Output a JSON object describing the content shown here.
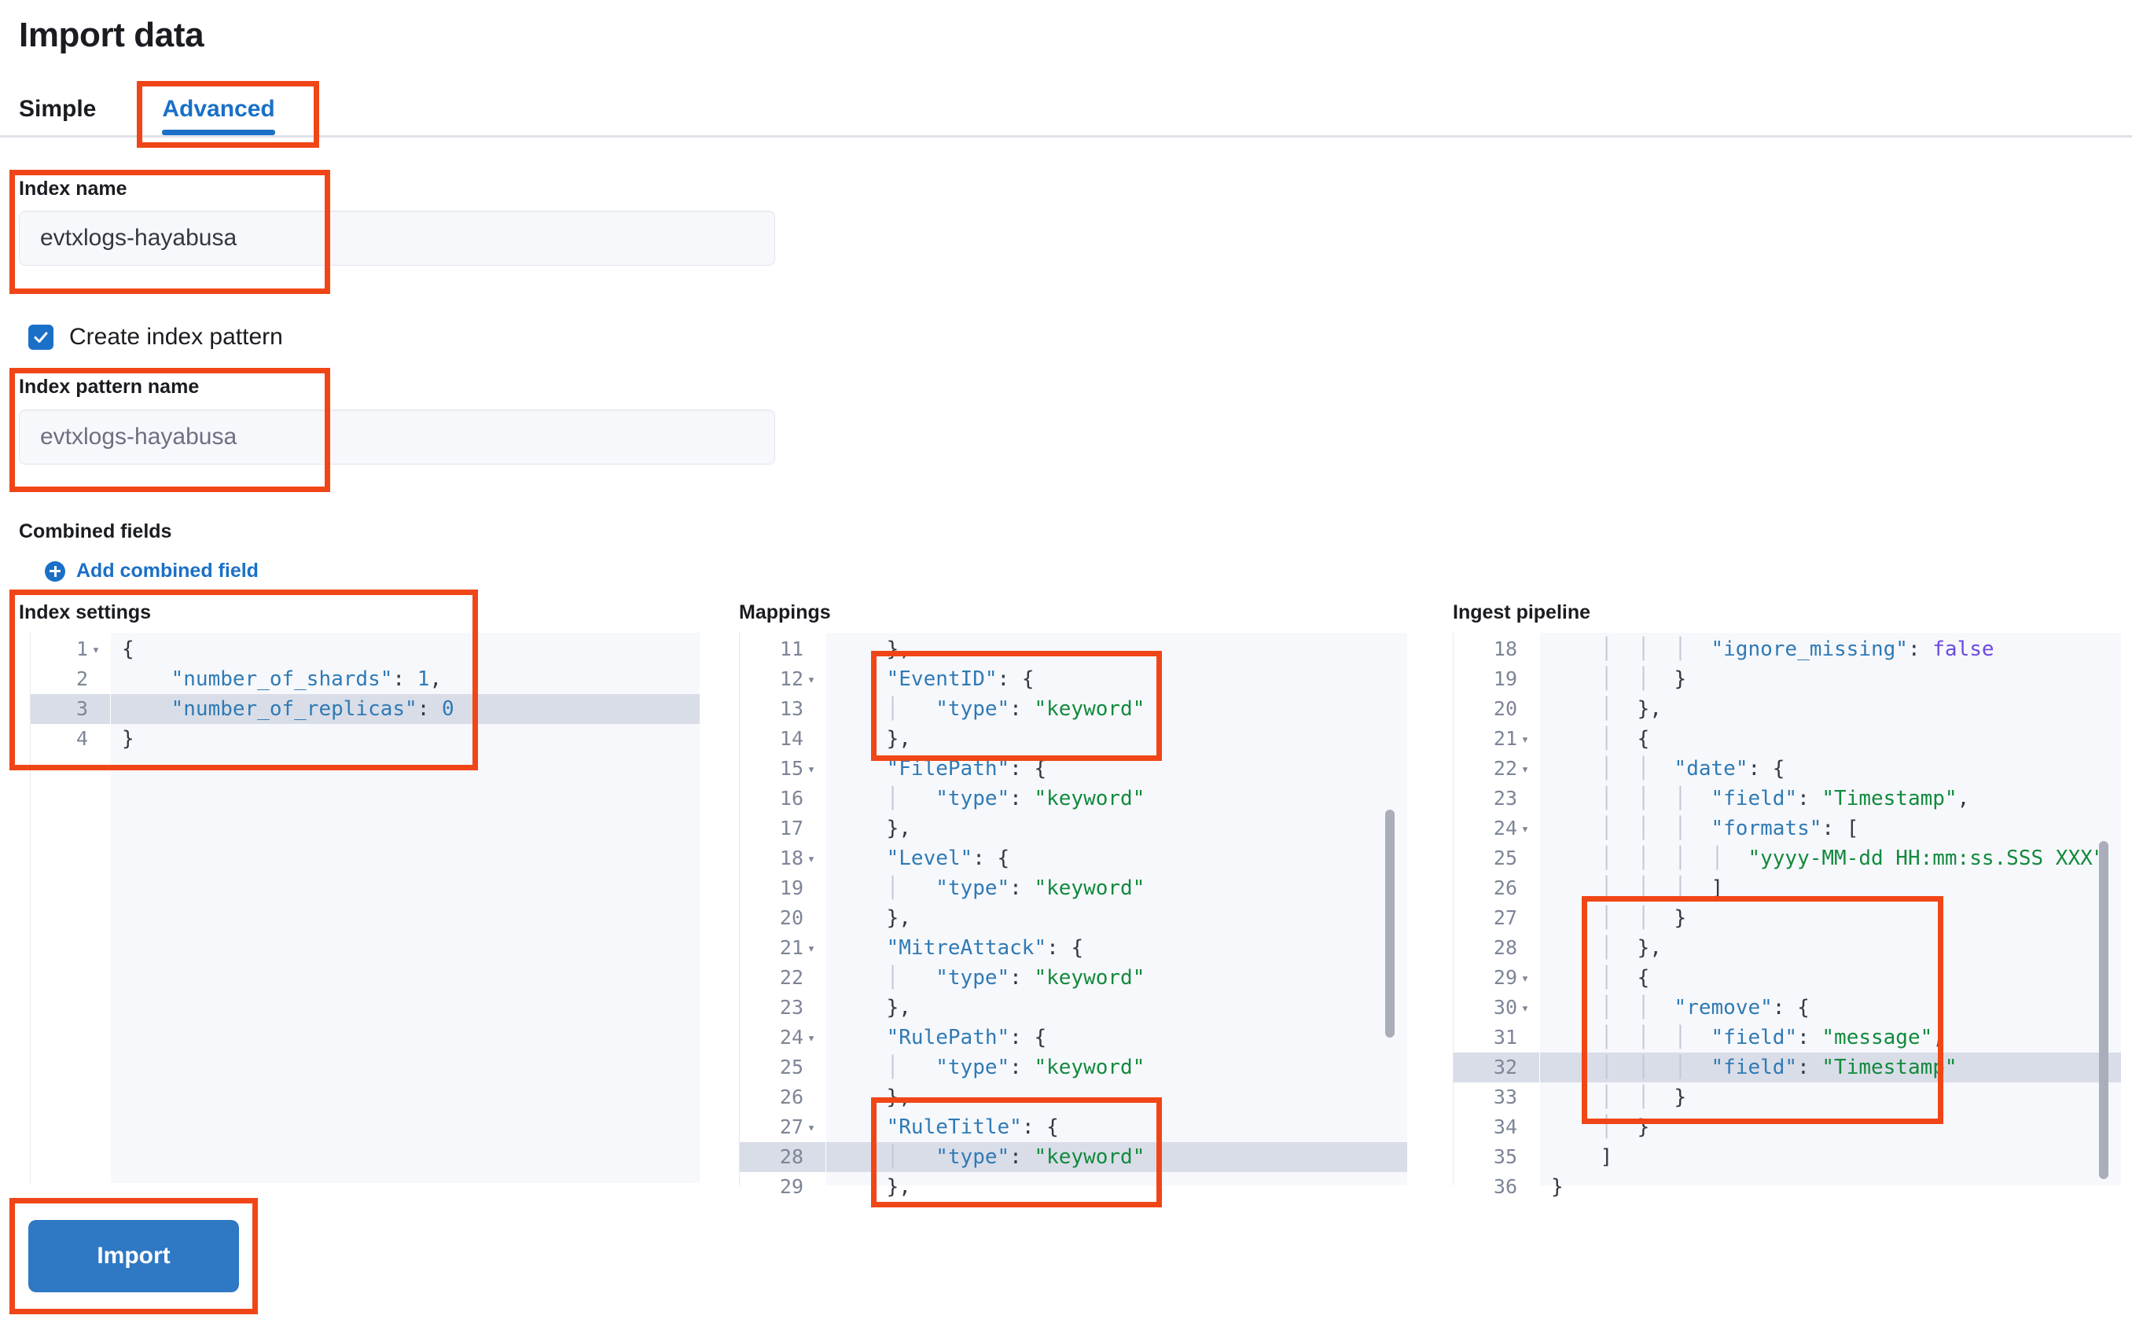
{
  "page": {
    "title": "Import data"
  },
  "tabs": [
    {
      "label": "Simple",
      "active": false
    },
    {
      "label": "Advanced",
      "active": true
    }
  ],
  "index_name": {
    "label": "Index name",
    "value": "evtxlogs-hayabusa"
  },
  "create_index_pattern": {
    "label": "Create index pattern",
    "checked": true,
    "icon": "checkmark-icon"
  },
  "index_pattern_name": {
    "label": "Index pattern name",
    "placeholder": "evtxlogs-hayabusa"
  },
  "combined_fields": {
    "label": "Combined fields",
    "add_link": "Add combined field",
    "add_icon": "plus-circle-icon"
  },
  "editors": {
    "index_settings": {
      "title": "Index settings",
      "first_line": 1,
      "highlight_line": 3,
      "lines": [
        {
          "n": 1,
          "fold": true,
          "text": "{"
        },
        {
          "n": 2,
          "fold": false,
          "text": "    \"number_of_shards\": 1,"
        },
        {
          "n": 3,
          "fold": false,
          "text": "    \"number_of_replicas\": 0"
        },
        {
          "n": 4,
          "fold": false,
          "text": "}"
        }
      ]
    },
    "mappings": {
      "title": "Mappings",
      "first_line": 11,
      "highlight_line": 28,
      "lines": [
        {
          "n": 11,
          "fold": false,
          "text": "    },"
        },
        {
          "n": 12,
          "fold": true,
          "text": "    \"EventID\": {"
        },
        {
          "n": 13,
          "fold": false,
          "text": "    |   \"type\": \"keyword\""
        },
        {
          "n": 14,
          "fold": false,
          "text": "    },"
        },
        {
          "n": 15,
          "fold": true,
          "text": "    \"FilePath\": {"
        },
        {
          "n": 16,
          "fold": false,
          "text": "    |   \"type\": \"keyword\""
        },
        {
          "n": 17,
          "fold": false,
          "text": "    },"
        },
        {
          "n": 18,
          "fold": true,
          "text": "    \"Level\": {"
        },
        {
          "n": 19,
          "fold": false,
          "text": "    |   \"type\": \"keyword\""
        },
        {
          "n": 20,
          "fold": false,
          "text": "    },"
        },
        {
          "n": 21,
          "fold": true,
          "text": "    \"MitreAttack\": {"
        },
        {
          "n": 22,
          "fold": false,
          "text": "    |   \"type\": \"keyword\""
        },
        {
          "n": 23,
          "fold": false,
          "text": "    },"
        },
        {
          "n": 24,
          "fold": true,
          "text": "    \"RulePath\": {"
        },
        {
          "n": 25,
          "fold": false,
          "text": "    |   \"type\": \"keyword\""
        },
        {
          "n": 26,
          "fold": false,
          "text": "    },"
        },
        {
          "n": 27,
          "fold": true,
          "text": "    \"RuleTitle\": {"
        },
        {
          "n": 28,
          "fold": false,
          "text": "    |   \"type\": \"keyword\""
        },
        {
          "n": 29,
          "fold": false,
          "text": "    },"
        }
      ]
    },
    "ingest_pipeline": {
      "title": "Ingest pipeline",
      "first_line": 18,
      "highlight_line": 32,
      "lines": [
        {
          "n": 18,
          "fold": false,
          "text": "    |  |  |  \"ignore_missing\": false"
        },
        {
          "n": 19,
          "fold": false,
          "text": "    |  |  }"
        },
        {
          "n": 20,
          "fold": false,
          "text": "    |  },"
        },
        {
          "n": 21,
          "fold": true,
          "text": "    |  {"
        },
        {
          "n": 22,
          "fold": true,
          "text": "    |  |  \"date\": {"
        },
        {
          "n": 23,
          "fold": false,
          "text": "    |  |  |  \"field\": \"Timestamp\","
        },
        {
          "n": 24,
          "fold": true,
          "text": "    |  |  |  \"formats\": ["
        },
        {
          "n": 25,
          "fold": false,
          "text": "    |  |  |  |  \"yyyy-MM-dd HH:mm:ss.SSS XXX\""
        },
        {
          "n": 26,
          "fold": false,
          "text": "    |  |  |  ]"
        },
        {
          "n": 27,
          "fold": false,
          "text": "    |  |  }"
        },
        {
          "n": 28,
          "fold": false,
          "text": "    |  },"
        },
        {
          "n": 29,
          "fold": true,
          "text": "    |  {"
        },
        {
          "n": 30,
          "fold": true,
          "text": "    |  |  \"remove\": {"
        },
        {
          "n": 31,
          "fold": false,
          "text": "    |  |  |  \"field\": \"message\","
        },
        {
          "n": 32,
          "fold": false,
          "text": "    |  |  |  \"field\": \"Timestamp\""
        },
        {
          "n": 33,
          "fold": false,
          "text": "    |  |  }"
        },
        {
          "n": 34,
          "fold": false,
          "text": "    |  }"
        },
        {
          "n": 35,
          "fold": false,
          "text": "    ]"
        },
        {
          "n": 36,
          "fold": false,
          "text": "}"
        }
      ]
    }
  },
  "import_button": {
    "label": "Import"
  },
  "colors": {
    "accent": "#1a70c7",
    "annotation": "#f04617",
    "button": "#2f78c4",
    "string": "#128a3c",
    "key": "#2f7ab5",
    "bool": "#6c4ae0",
    "highlight_row": "#d9dde8"
  }
}
